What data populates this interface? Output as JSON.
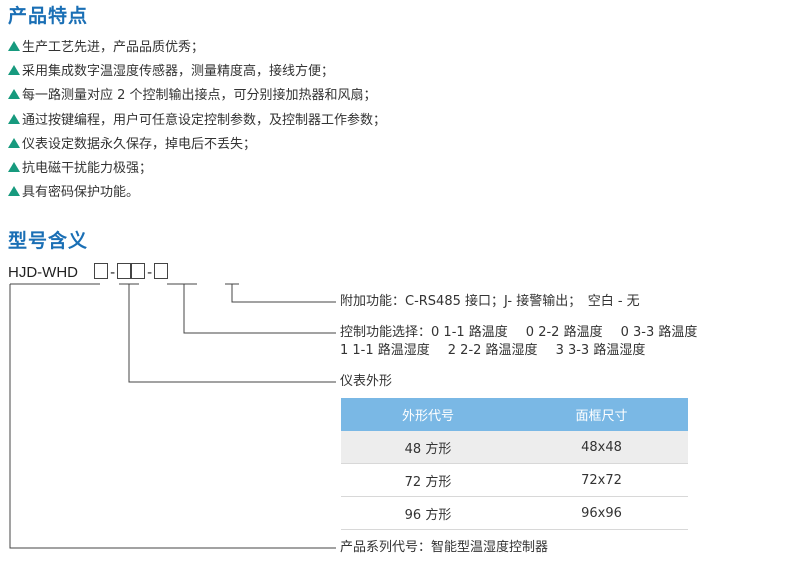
{
  "features_heading": "产品特点",
  "features": [
    "生产工艺先进，产品品质优秀；",
    "采用集成数字温湿度传感器，测量精度高，接线方便；",
    "每一路测量对应 2 个控制输出接点，可分别接加热器和风扇；",
    "通过按键编程，用户可任意设定控制参数，及控制器工作参数；",
    "仪表设定数据永久保存，掉电后不丢失；",
    "抗电磁干扰能力极强；",
    "具有密码保护功能。"
  ],
  "model_heading": "型号含义",
  "model": {
    "prefix": "HJD-WHD",
    "sep1": "-",
    "sep2": "-"
  },
  "descriptions": {
    "extra": "附加功能：C-RS485 接口；J- 接警输出；　空白 - 无",
    "control_prefix": "控制功能选择：",
    "control_line1": [
      "0 1-1 路温度",
      "0 2-2 路温度",
      "0 3-3 路温度"
    ],
    "control_line2": [
      "1 1-1 路温湿度",
      "2 2-2 路温湿度",
      "3 3-3 路温湿度"
    ],
    "shape": "仪表外形",
    "series": "产品系列代号：智能型温湿度控制器"
  },
  "shape_table": {
    "headers": [
      "外形代号",
      "面框尺寸"
    ],
    "rows": [
      [
        "48 方形",
        "48x48"
      ],
      [
        "72 方形",
        "72x72"
      ],
      [
        "96 方形",
        "96x96"
      ]
    ]
  },
  "colors": {
    "heading": "#1a6fb5",
    "bullet": "#179a7e",
    "table_header_bg": "#7ab8e5",
    "table_shaded_row": "#ededed"
  },
  "icons": {
    "bullet": "triangle-bullet-icon"
  }
}
